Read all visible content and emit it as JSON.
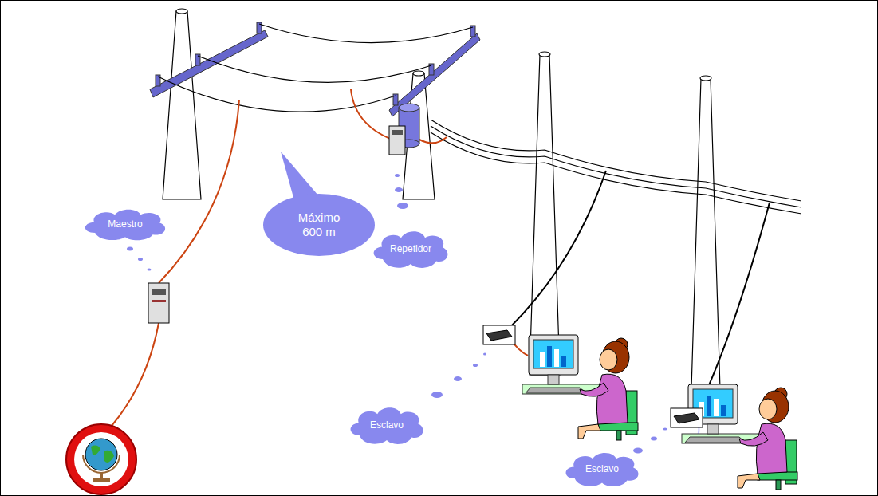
{
  "diagram": {
    "nodes": [
      {
        "text": [
          "Maestro"
        ]
      },
      {
        "text": [
          "Máximo 600 m"
        ]
      },
      {
        "text": [
          "Repetidor"
        ]
      },
      {
        "text": [
          "Esclavo"
        ]
      },
      {
        "text": [
          "Esclavo"
        ]
      }
    ]
  }
}
